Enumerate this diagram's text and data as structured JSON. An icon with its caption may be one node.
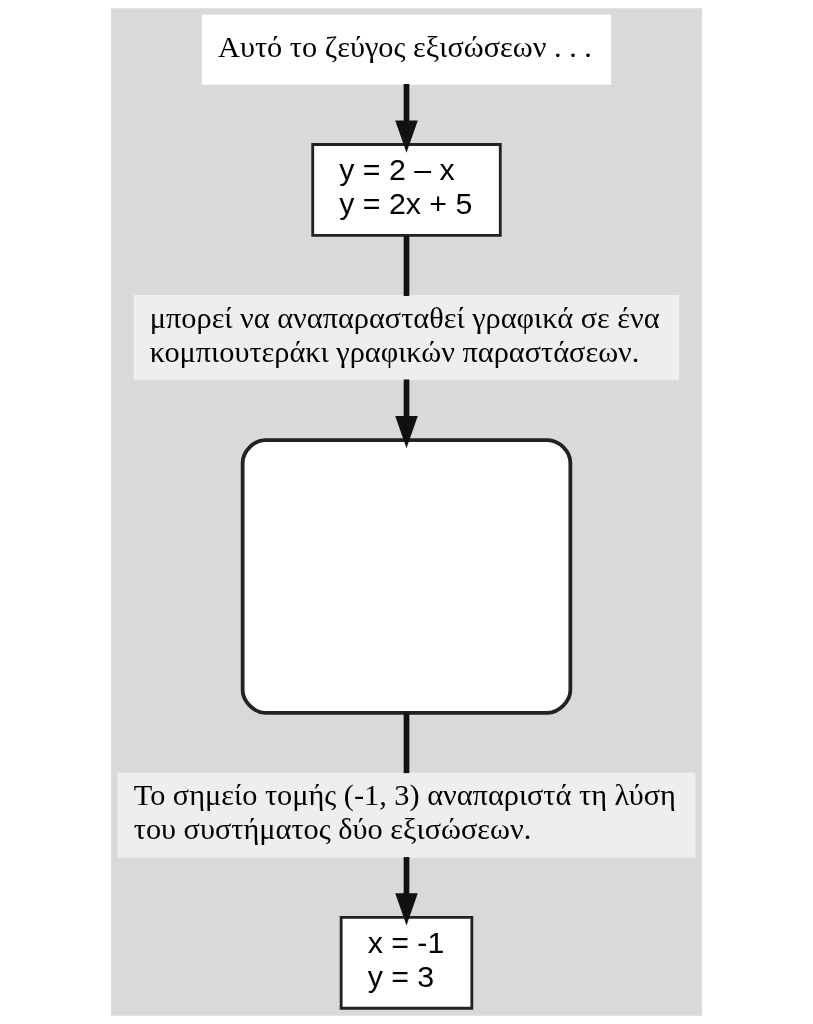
{
  "diagram": {
    "nodes": [
      {
        "text": [
          "Αυτό το ζεύγος εξισώσεων . . ."
        ]
      },
      {
        "text": [
          "y = 2 – x",
          "y = 2x + 5"
        ]
      },
      {
        "text": [
          "μπορεί να αναπαρασταθεί γραφικά σε ένα κομπιουτεράκι γραφικών παραστάσεων."
        ]
      },
      {
        "text": [],
        "shape": "box"
      },
      {
        "text": [
          "Το σημείο τομής (-1, 3) αναπαριστά τη λύση του συστήματος δύο εξισώσεων."
        ]
      },
      {
        "text": [
          "x = -1",
          "y = 3"
        ]
      }
    ],
    "edges": [
      {
        "from": 0,
        "to": 1,
        "arrow": "to"
      },
      {
        "from": 1,
        "to": 2,
        "arrow": "none"
      },
      {
        "from": 2,
        "to": 3,
        "arrow": "to"
      },
      {
        "from": 3,
        "to": 4,
        "arrow": "none"
      },
      {
        "from": 4,
        "to": 5,
        "arrow": "to"
      }
    ]
  }
}
